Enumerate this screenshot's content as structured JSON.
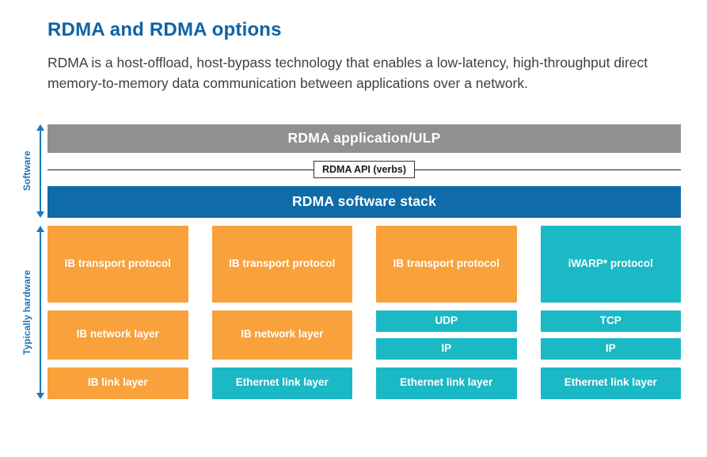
{
  "page": {
    "title": "RDMA and RDMA options",
    "description": "RDMA is a host-offload, host-bypass technology that enables a low-latency, high-throughput direct memory-to-memory data communication between applications over a network."
  },
  "diagram": {
    "side_sections": [
      {
        "label": "Software"
      },
      {
        "label": "Typically hardware"
      }
    ],
    "application_bar": {
      "label": "RDMA application/ULP",
      "color": "#8E9190"
    },
    "api_box": {
      "label": "RDMA API (verbs)"
    },
    "software_stack_bar": {
      "label": "RDMA software stack",
      "color": "#0F6CA9"
    },
    "columns": [
      {
        "blocks": [
          {
            "label": "IB transport protocol",
            "color": "#F9A13B"
          },
          {
            "label": "IB network layer",
            "color": "#F9A13B"
          },
          {
            "label": "IB link layer",
            "color": "#F9A13B"
          }
        ]
      },
      {
        "blocks": [
          {
            "label": "IB transport protocol",
            "color": "#F9A13B"
          },
          {
            "label": "IB network layer",
            "color": "#F9A13B"
          },
          {
            "label": "Ethernet link layer",
            "color": "#1BB8C5"
          }
        ]
      },
      {
        "blocks": [
          {
            "label": "IB transport protocol",
            "color": "#F9A13B"
          },
          {
            "label": "UDP",
            "color": "#1BB8C5"
          },
          {
            "label": "IP",
            "color": "#1BB8C5"
          },
          {
            "label": "Ethernet link layer",
            "color": "#1BB8C5"
          }
        ]
      },
      {
        "blocks": [
          {
            "label": "iWARP* protocol",
            "color": "#1BB8C5"
          },
          {
            "label": "TCP",
            "color": "#1BB8C5"
          },
          {
            "label": "IP",
            "color": "#1BB8C5"
          },
          {
            "label": "Ethernet link layer",
            "color": "#1BB8C5"
          }
        ]
      }
    ],
    "accent_colors": {
      "orange": "#F9A13B",
      "teal": "#1BB8C5",
      "stack_blue": "#0F6CA9",
      "application_gray": "#8E9190",
      "arrow_blue": "#1B76BC",
      "title_blue": "#0E63A5"
    }
  }
}
